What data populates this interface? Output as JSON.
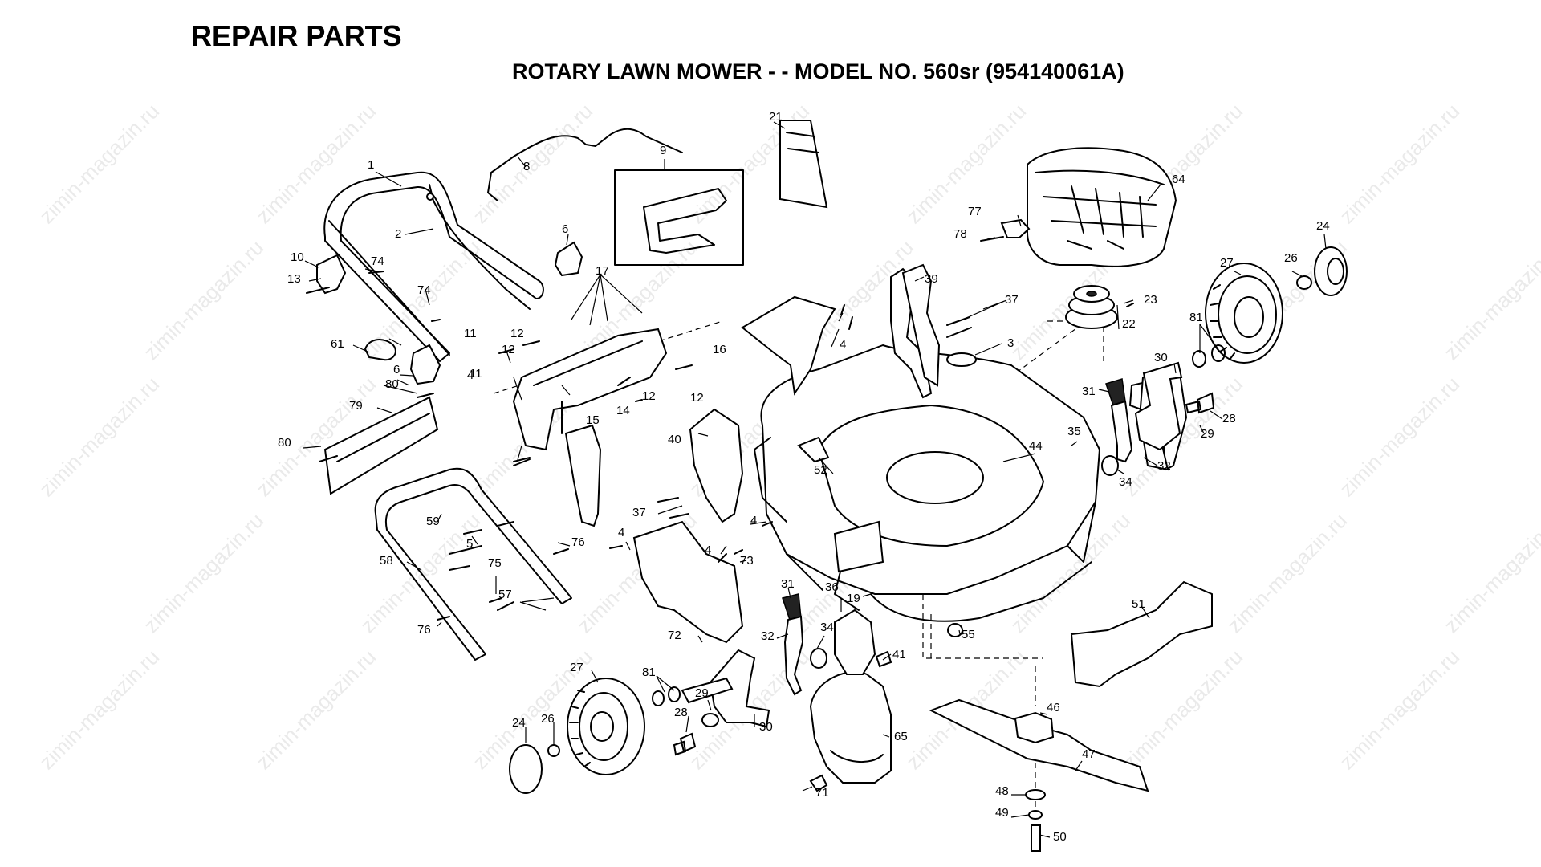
{
  "header": {
    "title": "REPAIR PARTS",
    "subtitle": "ROTARY LAWN MOWER - - MODEL NO. 560sr (954140061A)"
  },
  "watermark": "zimin-magazin.ru",
  "callouts": [
    {
      "n": "1"
    },
    {
      "n": "2"
    },
    {
      "n": "8"
    },
    {
      "n": "21"
    },
    {
      "n": "9"
    },
    {
      "n": "6"
    },
    {
      "n": "10"
    },
    {
      "n": "74"
    },
    {
      "n": "13"
    },
    {
      "n": "74"
    },
    {
      "n": "17"
    },
    {
      "n": "61"
    },
    {
      "n": "6"
    },
    {
      "n": "11"
    },
    {
      "n": "4"
    },
    {
      "n": "12"
    },
    {
      "n": "11"
    },
    {
      "n": "80"
    },
    {
      "n": "79"
    },
    {
      "n": "80"
    },
    {
      "n": "12"
    },
    {
      "n": "14"
    },
    {
      "n": "12"
    },
    {
      "n": "12"
    },
    {
      "n": "15"
    },
    {
      "n": "16"
    },
    {
      "n": "4"
    },
    {
      "n": "39"
    },
    {
      "n": "37"
    },
    {
      "n": "3"
    },
    {
      "n": "77"
    },
    {
      "n": "78"
    },
    {
      "n": "64"
    },
    {
      "n": "24"
    },
    {
      "n": "27"
    },
    {
      "n": "26"
    },
    {
      "n": "23"
    },
    {
      "n": "22"
    },
    {
      "n": "81"
    },
    {
      "n": "30"
    },
    {
      "n": "31"
    },
    {
      "n": "28"
    },
    {
      "n": "29"
    },
    {
      "n": "32"
    },
    {
      "n": "35"
    },
    {
      "n": "34"
    },
    {
      "n": "44"
    },
    {
      "n": "52"
    },
    {
      "n": "40"
    },
    {
      "n": "37"
    },
    {
      "n": "4"
    },
    {
      "n": "59"
    },
    {
      "n": "5"
    },
    {
      "n": "58"
    },
    {
      "n": "76"
    },
    {
      "n": "75"
    },
    {
      "n": "57"
    },
    {
      "n": "76"
    },
    {
      "n": "4"
    },
    {
      "n": "4"
    },
    {
      "n": "73"
    },
    {
      "n": "72"
    },
    {
      "n": "19"
    },
    {
      "n": "31"
    },
    {
      "n": "36"
    },
    {
      "n": "32"
    },
    {
      "n": "34"
    },
    {
      "n": "41"
    },
    {
      "n": "55"
    },
    {
      "n": "51"
    },
    {
      "n": "27"
    },
    {
      "n": "81"
    },
    {
      "n": "29"
    },
    {
      "n": "28"
    },
    {
      "n": "30"
    },
    {
      "n": "24"
    },
    {
      "n": "26"
    },
    {
      "n": "65"
    },
    {
      "n": "46"
    },
    {
      "n": "47"
    },
    {
      "n": "71"
    },
    {
      "n": "48"
    },
    {
      "n": "49"
    },
    {
      "n": "50"
    }
  ]
}
